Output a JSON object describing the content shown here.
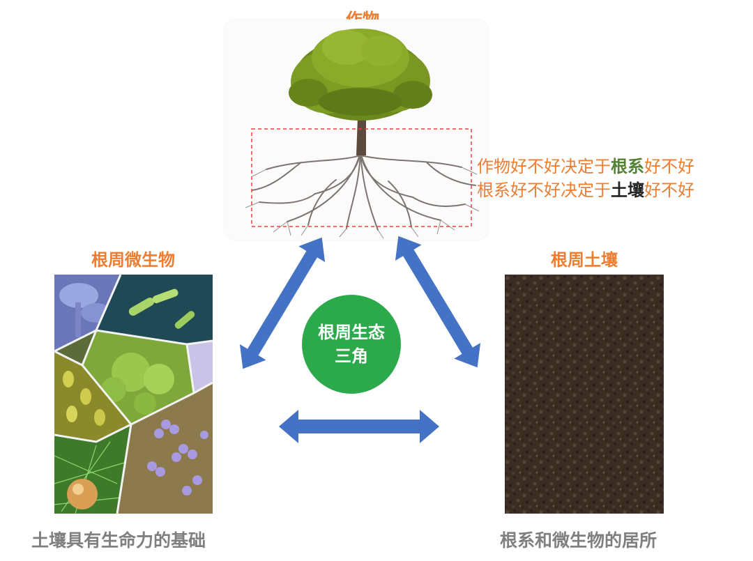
{
  "labels": {
    "crop": "作物",
    "rhizo_microbes": "根周微生物",
    "rhizo_soil": "根周土壤",
    "center": "根周生态三角",
    "soil_foundation": "土壤具有生命力的基础",
    "soil_home": "根系和微生物的居所"
  },
  "description": {
    "line1_a": "作物好不好决定于",
    "line1_b": "根系",
    "line1_c": "好不好",
    "line2_a": "根系好不好决定于",
    "line2_b": "土壤",
    "line2_c": "好不好"
  },
  "colors": {
    "accent_orange": "#ed7d31",
    "arrow_blue": "#4472c4",
    "circle_green": "#2ca94b",
    "highlight_green": "#548235",
    "text_gray": "#7f7f7f",
    "dashed_red": "#e84040"
  },
  "icons": {
    "arrows": "double-headed-arrow-icon"
  }
}
